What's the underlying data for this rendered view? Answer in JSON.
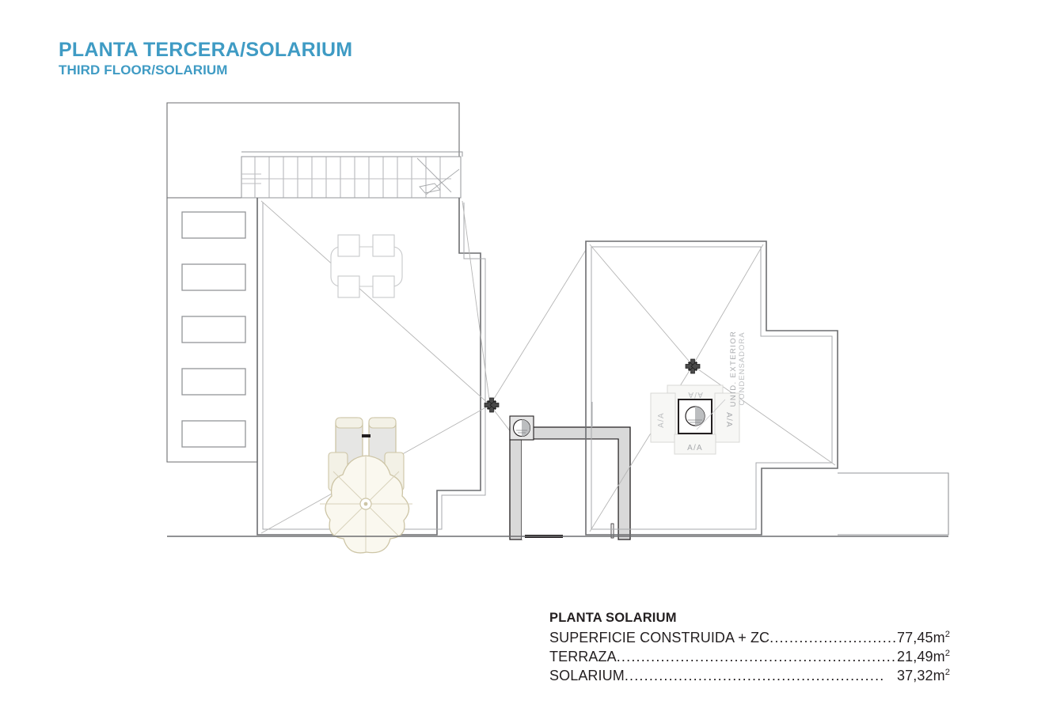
{
  "title": {
    "main": "PLANTA TERCERA/SOLARIUM",
    "sub": "THIRD FLOOR/SOLARIUM",
    "color": "#3f9bc4"
  },
  "legend": {
    "heading": "PLANTA SOLARIUM",
    "rows": [
      {
        "label": "SUPERFICIE CONSTRUIDA + ZC",
        "dots": "...............................",
        "value": "77,45m",
        "unit": "2"
      },
      {
        "label": "TERRAZA",
        "dots": "..........................................................",
        "value": "21,49m",
        "unit": "2"
      },
      {
        "label": "SOLARIUM",
        "dots": ".....................................................",
        "value": "37,32m",
        "unit": "2"
      }
    ]
  },
  "annotations": {
    "outdoor_unit_line1": "UNID. EXTERIOR",
    "outdoor_unit_line2": "CONDENSADORA",
    "aa_top": "A/A",
    "aa_left": "A/A",
    "aa_right": "A/A",
    "aa_bottom": "A/A"
  },
  "plan": {
    "drain_symbol_label": "roof-drain-slope-symbol",
    "furniture": {
      "dining_table": "dining-table-with-four-chairs",
      "sunbeds": "two-sun-loungers",
      "parasol": "garden-parasol"
    },
    "colors": {
      "wall_dark": "#58595b",
      "wall_light": "#a7a9ac",
      "wall_fill": "#d9d9d9",
      "slope_line": "#b5b5b5",
      "furniture_outline": "#cdc5a6",
      "furniture_fill": "#e2e2e2"
    }
  }
}
